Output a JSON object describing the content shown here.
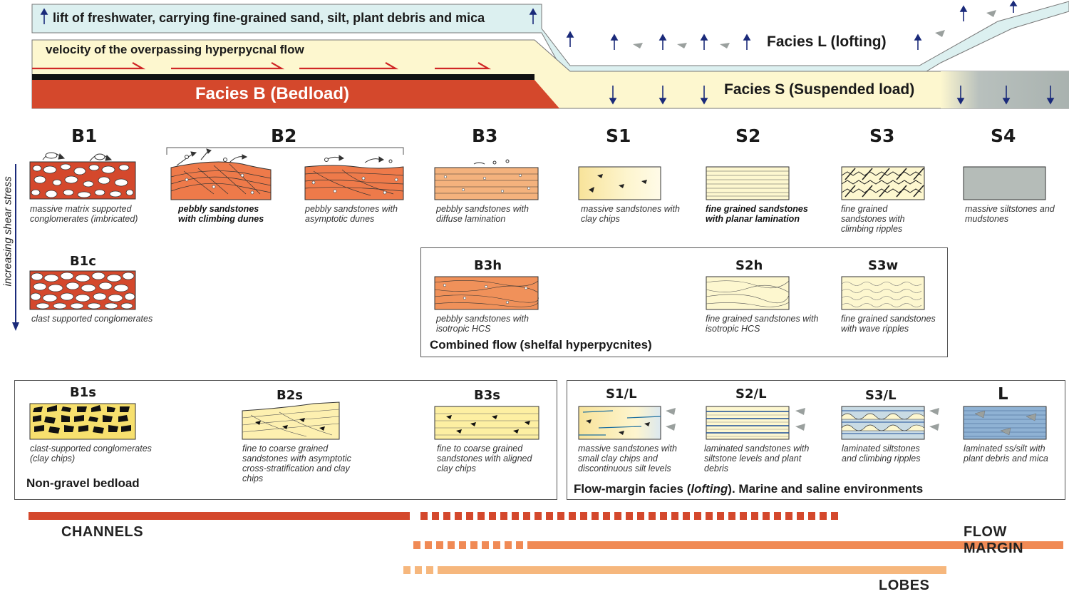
{
  "header": {
    "lift_text": "lift of freshwater, carrying fine-grained sand, silt, plant debris and mica",
    "velocity_text": "velocity of the overpassing hyperpycnal flow",
    "facies_b": "Facies B (Bedload)",
    "facies_s": "Facies S (Suspended load)",
    "facies_l": "Facies L (lofting)"
  },
  "axis": {
    "shear_stress": "increasing shear stress"
  },
  "facies_top": [
    {
      "code": "B1",
      "desc": "massive  matrix supported conglomerates (imbricated)"
    },
    {
      "code": "B2",
      "desc_a": "pebbly sandstones with climbing dunes",
      "desc_b": "pebbly sandstones with asymptotic dunes"
    },
    {
      "code": "B3",
      "desc": "pebbly sandstones with diffuse lamination"
    },
    {
      "code": "S1",
      "desc": "massive sandstones with clay chips"
    },
    {
      "code": "S2",
      "desc": "fine grained sandstones with planar lamination"
    },
    {
      "code": "S3",
      "desc": "fine grained sandstones with climbing ripples"
    },
    {
      "code": "S4",
      "desc": "massive siltstones and mudstones"
    }
  ],
  "b1c": {
    "code": "B1c",
    "desc": "clast supported conglomerates"
  },
  "combined": {
    "title": "Combined flow (shelfal hyperpycnites)",
    "items": [
      {
        "code": "B3h",
        "desc": "pebbly sandstones with isotropic HCS"
      },
      {
        "code": "S2h",
        "desc": "fine grained sandstones with isotropic HCS"
      },
      {
        "code": "S3w",
        "desc": "fine grained sandstones with wave ripples"
      }
    ]
  },
  "nongravel": {
    "title": "Non-gravel bedload",
    "items": [
      {
        "code": "B1s",
        "desc": "clast-supported conglomerates (clay chips)"
      },
      {
        "code": "B2s",
        "desc": "fine to coarse grained sandstones with asymptotic cross-stratification and clay chips"
      },
      {
        "code": "B3s",
        "desc": "fine to coarse grained sandstones with aligned clay chips"
      }
    ]
  },
  "margin": {
    "title_a": "Flow-margin facies (",
    "title_em": "lofting",
    "title_b": "). Marine and saline environments",
    "items": [
      {
        "code": "S1/L",
        "desc": "massive sandstones with small clay chips and discontinuous silt levels"
      },
      {
        "code": "S2/L",
        "desc": "laminated sandstones with siltstone levels and plant debris"
      },
      {
        "code": "S3/L",
        "desc": "laminated siltstones and climbing  ripples"
      },
      {
        "code": "L",
        "desc": "laminated ss/silt with plant debris and mica"
      }
    ]
  },
  "environments": {
    "channels": "CHANNELS",
    "flow_margin": "FLOW MARGIN",
    "lobes": "LOBES"
  },
  "colors": {
    "bedload": "#d4482c",
    "orange": "#f08a55",
    "light_orange": "#f6b77d",
    "cream": "#fdf7cf",
    "lofting": "#dcf0f0",
    "suspended_grey": "#b0b8b5"
  }
}
